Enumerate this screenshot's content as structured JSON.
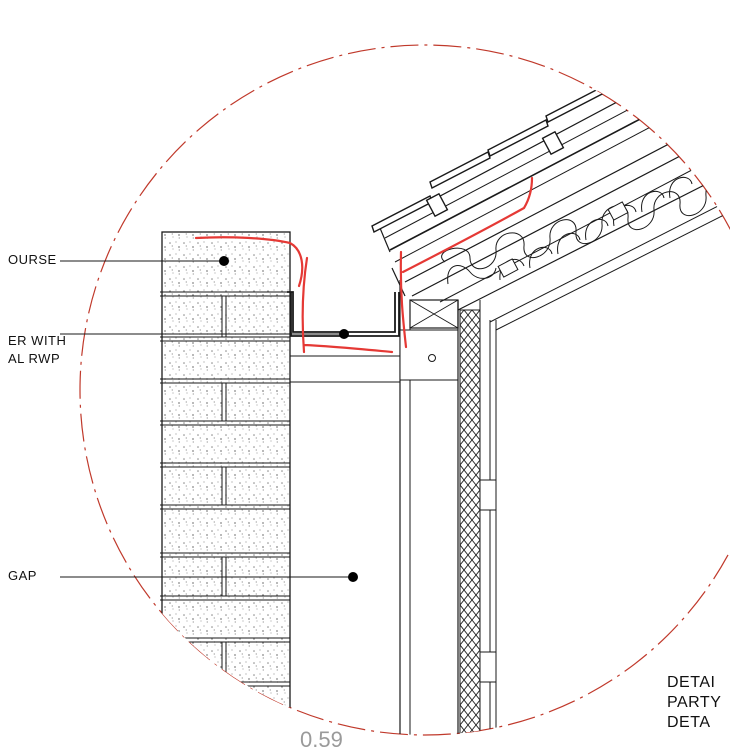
{
  "labels": {
    "course": "OURSE",
    "gutter_line1": "ER WITH",
    "gutter_line2": "AL RWP",
    "gap": "GAP"
  },
  "title_block": {
    "line1": "DETAI",
    "line2": "PARTY",
    "line3": "DETA"
  },
  "scale_text": "0.59",
  "colors": {
    "linework": "#1a1a1a",
    "detail_circle": "#c0392b",
    "markup": "#e53935",
    "muted_text": "#9a9a9a"
  }
}
